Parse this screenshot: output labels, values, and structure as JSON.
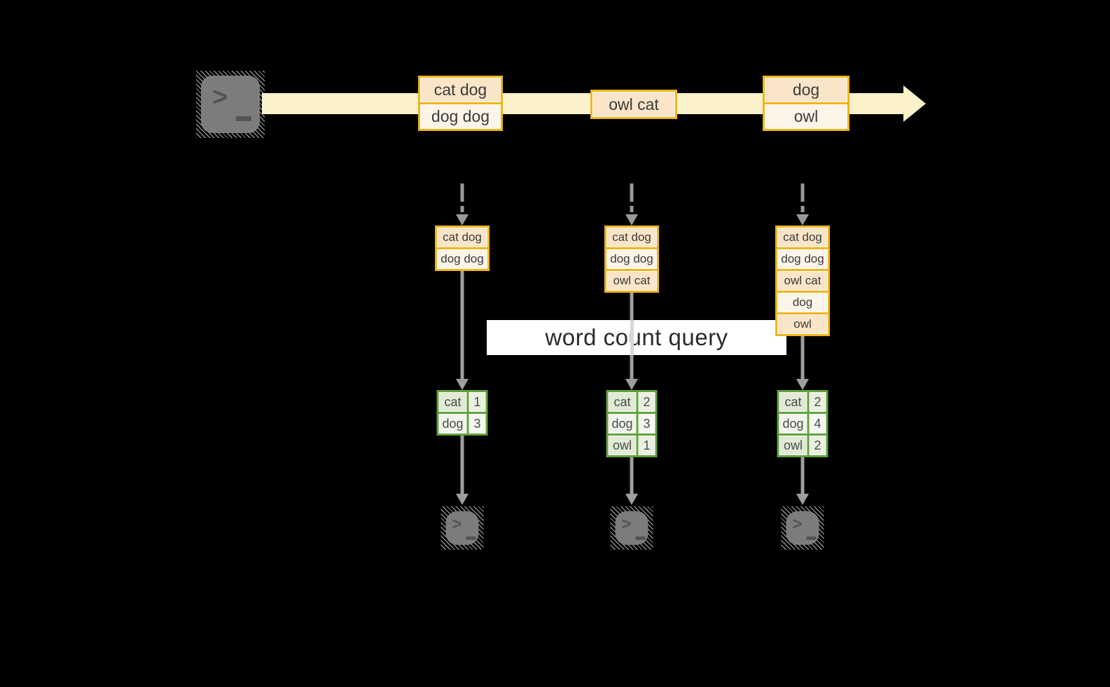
{
  "query_label": "word count query",
  "stream": {
    "source_icon": "terminal-icon",
    "boxes": [
      {
        "cells": [
          "cat dog",
          "dog dog"
        ]
      },
      {
        "cells": [
          "owl cat"
        ]
      },
      {
        "cells": [
          "dog",
          "owl"
        ]
      }
    ]
  },
  "columns": [
    {
      "buffer": [
        "cat dog",
        "dog dog"
      ],
      "counts": [
        {
          "word": "cat",
          "count": "1"
        },
        {
          "word": "dog",
          "count": "3"
        }
      ],
      "sink_icon": "terminal-icon"
    },
    {
      "buffer": [
        "cat dog",
        "dog dog",
        "owl cat"
      ],
      "counts": [
        {
          "word": "cat",
          "count": "2"
        },
        {
          "word": "dog",
          "count": "3"
        },
        {
          "word": "owl",
          "count": "1"
        }
      ],
      "sink_icon": "terminal-icon"
    },
    {
      "buffer": [
        "cat dog",
        "dog dog",
        "owl cat",
        "dog",
        "owl"
      ],
      "counts": [
        {
          "word": "cat",
          "count": "2"
        },
        {
          "word": "dog",
          "count": "4"
        },
        {
          "word": "owl",
          "count": "2"
        }
      ],
      "sink_icon": "terminal-icon"
    }
  ],
  "colors": {
    "background": "#000000",
    "stream_band": "#FBF2CC",
    "accent_gold": "#F0B41C",
    "cell_peach": "#FAE5C8",
    "cell_cream": "#FDF4E8",
    "table_green": "#61A23D",
    "green_cell_dark": "#E0EAD5",
    "green_cell_light": "#F0F4EB",
    "connector_gray": "#9E9E9E",
    "terminal_gray": "#7E7E7E"
  }
}
